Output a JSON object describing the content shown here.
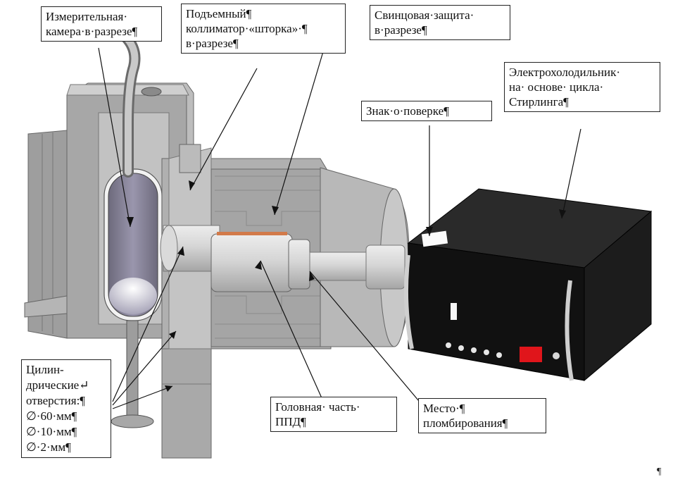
{
  "labels": {
    "chamber": [
      "Измерительная·",
      "камера·в·разрезе¶"
    ],
    "collimator": [
      "Подъемный¶",
      "коллиматор·«шторка»·¶",
      "в·разрезе¶"
    ],
    "lead": [
      "Свинцовая·защита·",
      "в·разрезе¶"
    ],
    "cooler": [
      "Электрохолодильник·",
      "на·  основе·  цикла·",
      "Стирлинга¶"
    ],
    "seal_mark": [
      "Знак·о·поверке¶"
    ],
    "holes": [
      "Цилин-",
      "дрические↵",
      "отверстия:¶",
      "∅·60·мм¶",
      "∅·10·мм¶",
      "∅·2·мм¶"
    ],
    "head": [
      "Головная·  часть·",
      "ППД¶"
    ],
    "seal_place": [
      "Место·¶",
      "пломбирования¶"
    ]
  },
  "marks": {
    "pilcrow": "¶"
  },
  "colors": {
    "metal_light": "#c9c9c9",
    "metal_mid": "#a9a9a9",
    "metal_dark": "#8d8d8d",
    "chamber": "#8a8699",
    "box_black": "#111111",
    "red_button": "#e0151b",
    "copper": "#d27a4a"
  }
}
